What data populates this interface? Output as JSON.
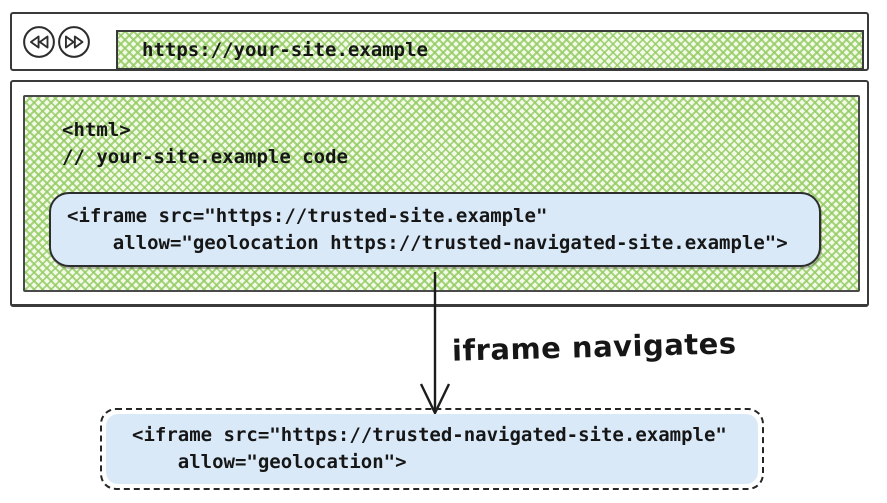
{
  "colors": {
    "hatch_green_line": "#92cb62",
    "hatch_background": "#f3fae8",
    "snippet_blue": "#d9e9f8",
    "border_dark": "#3a3a3a",
    "text": "#161616"
  },
  "browser": {
    "toolbar": {
      "back_icon": "double-left-arrow",
      "forward_icon": "double-right-arrow",
      "url": "https://your-site.example"
    },
    "page_code": {
      "line1": "<html>",
      "line2": "// your-site.example code"
    },
    "iframe_snippet": {
      "line1": "<iframe src=\"https://trusted-site.example\"",
      "line2": "    allow=\"geolocation https://trusted-navigated-site.example\">"
    }
  },
  "flow": {
    "arrow_label": "iframe navigates"
  },
  "navigated_iframe_snippet": {
    "line1": "<iframe src=\"https://trusted-navigated-site.example\"",
    "line2": "    allow=\"geolocation\">"
  }
}
